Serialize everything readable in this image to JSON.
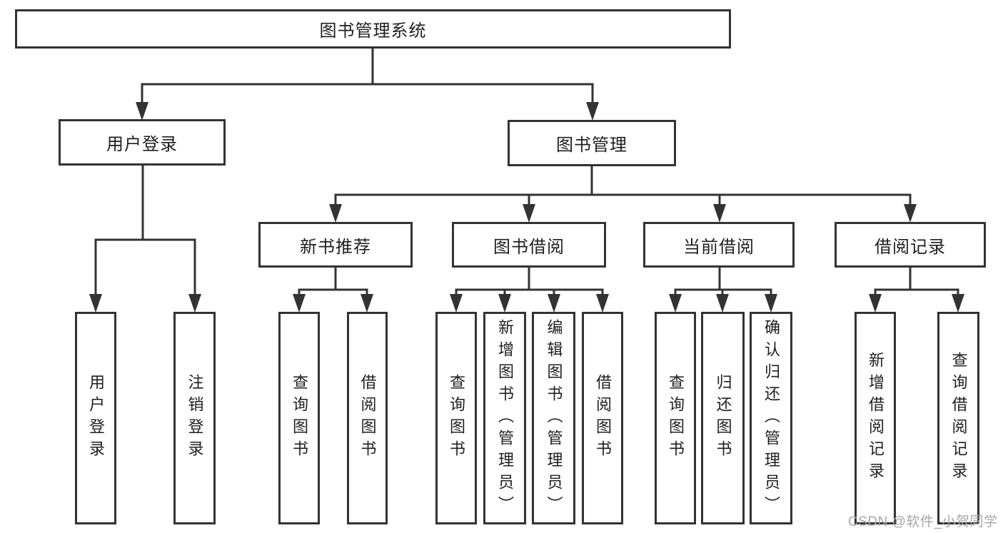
{
  "tree": {
    "label": "图书管理系统",
    "children": [
      {
        "label": "用户登录",
        "children": [
          {
            "label": "用户登录"
          },
          {
            "label": "注销登录"
          }
        ]
      },
      {
        "label": "图书管理",
        "children": [
          {
            "label": "新书推荐",
            "children": [
              {
                "label": "查询图书"
              },
              {
                "label": "借阅图书"
              }
            ]
          },
          {
            "label": "图书借阅",
            "children": [
              {
                "label": "查询图书"
              },
              {
                "label": "新增图书（管理员）"
              },
              {
                "label": "编辑图书（管理员）"
              },
              {
                "label": "借阅图书"
              }
            ]
          },
          {
            "label": "当前借阅",
            "children": [
              {
                "label": "查询图书"
              },
              {
                "label": "归还图书"
              },
              {
                "label": "确认归还（管理员）"
              }
            ]
          },
          {
            "label": "借阅记录",
            "children": [
              {
                "label": "新增借阅记录"
              },
              {
                "label": "查询借阅记录"
              }
            ]
          }
        ]
      }
    ]
  },
  "watermark": "CSDN @软件_小贺同学",
  "colors": {
    "line": "#333333",
    "box_border": "#333333",
    "box_fill": "#ffffff",
    "text": "#1f1f1f",
    "watermark": "#a7a7ab",
    "background": "#ffffff"
  }
}
